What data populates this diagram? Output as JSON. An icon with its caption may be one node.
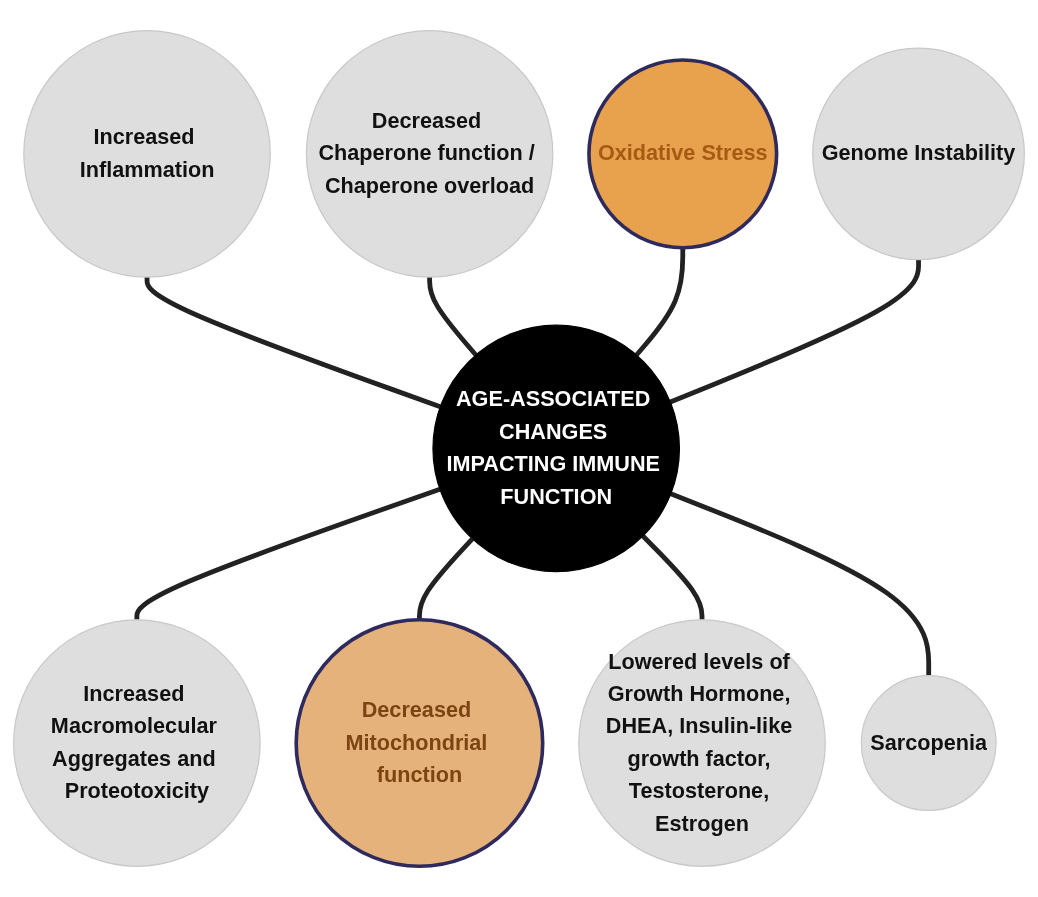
{
  "diagram": {
    "nodes": [
      {
        "text": [
          "AGE-ASSOCIATED CHANGES IMPACTING IMMUNE FUNCTION"
        ]
      },
      {
        "text": [
          "Increased Inflammation"
        ]
      },
      {
        "text": [
          "Decreased Chaperone function / Chaperone overload"
        ]
      },
      {
        "text": [
          "Oxidative Stress"
        ]
      },
      {
        "text": [
          "Genome Instability"
        ]
      },
      {
        "text": [
          "Increased Macromolecular Aggregates and Proteotoxicity"
        ]
      },
      {
        "text": [
          "Decreased Mitochondrial function"
        ]
      },
      {
        "text": [
          "Lowered levels of Growth Hormone, DHEA, Insulin-like growth factor, Testosterone, Estrogen"
        ]
      },
      {
        "text": [
          "Sarcopenia"
        ]
      }
    ],
    "edges": [
      {
        "from": 1,
        "to": 0,
        "arrow": "none"
      },
      {
        "from": 2,
        "to": 0,
        "arrow": "none"
      },
      {
        "from": 3,
        "to": 0,
        "arrow": "none"
      },
      {
        "from": 4,
        "to": 0,
        "arrow": "none"
      },
      {
        "from": 0,
        "to": 5,
        "arrow": "none"
      },
      {
        "from": 0,
        "to": 6,
        "arrow": "none"
      },
      {
        "from": 0,
        "to": 7,
        "arrow": "none"
      },
      {
        "from": 0,
        "to": 8,
        "arrow": "none"
      }
    ]
  }
}
